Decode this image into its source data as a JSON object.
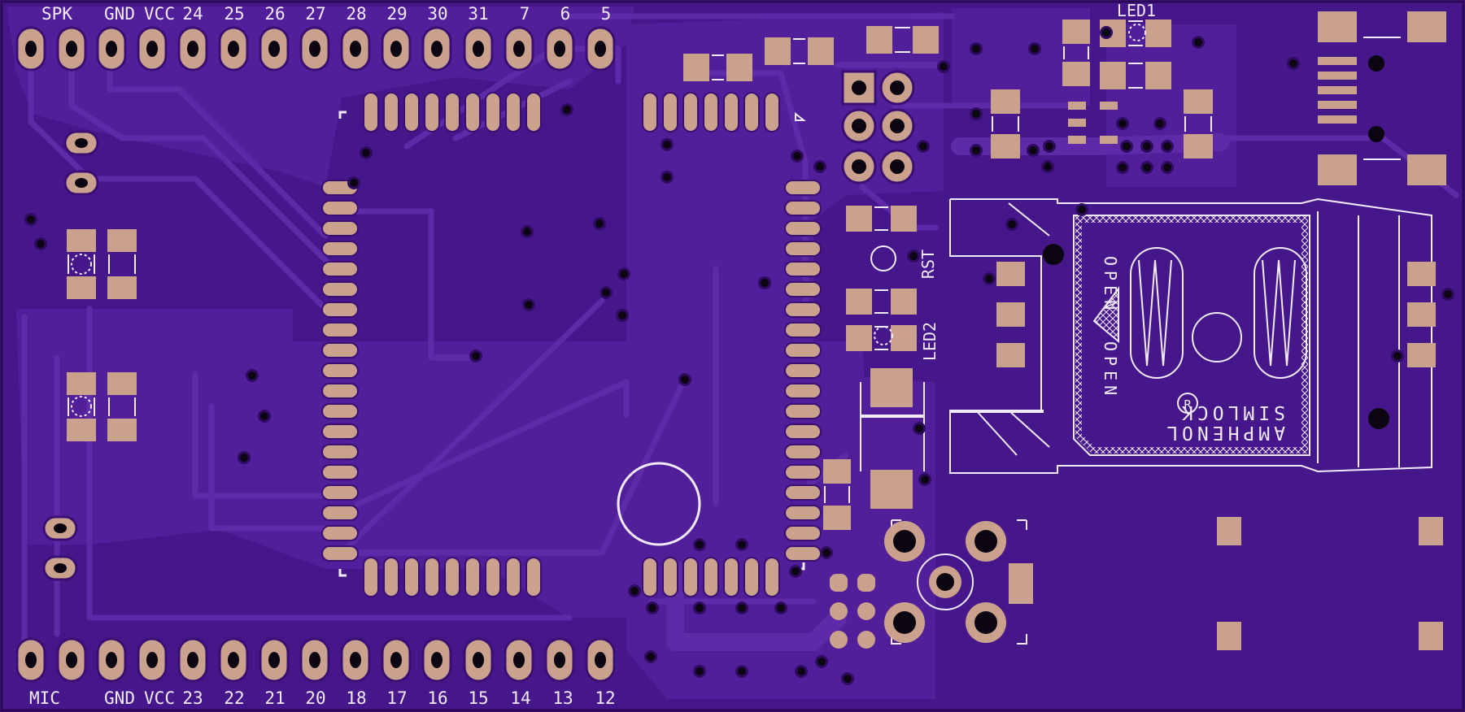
{
  "board": {
    "colors": {
      "board": "#46178a",
      "copper_pour": "#521f9a",
      "trace": "#5e2aa8",
      "pad": "#c9a18c",
      "hole": "#0b0612",
      "silkscreen": "#f2eaff"
    }
  },
  "headers": {
    "top": [
      "SPK",
      "",
      "GND",
      "VCC",
      "24",
      "25",
      "26",
      "27",
      "28",
      "29",
      "30",
      "31",
      "7",
      "6",
      "5"
    ],
    "bottom": [
      "MIC",
      "",
      "GND",
      "VCC",
      "23",
      "22",
      "21",
      "20",
      "18",
      "17",
      "16",
      "15",
      "14",
      "13",
      "12"
    ]
  },
  "labels": {
    "led1": "LED1",
    "led2": "LED2",
    "rst": "RST",
    "open_a": "OPEN",
    "open_b": "OPEN",
    "brand": "AMPHENOL",
    "model": "SIMLOCK",
    "registered": "R"
  }
}
